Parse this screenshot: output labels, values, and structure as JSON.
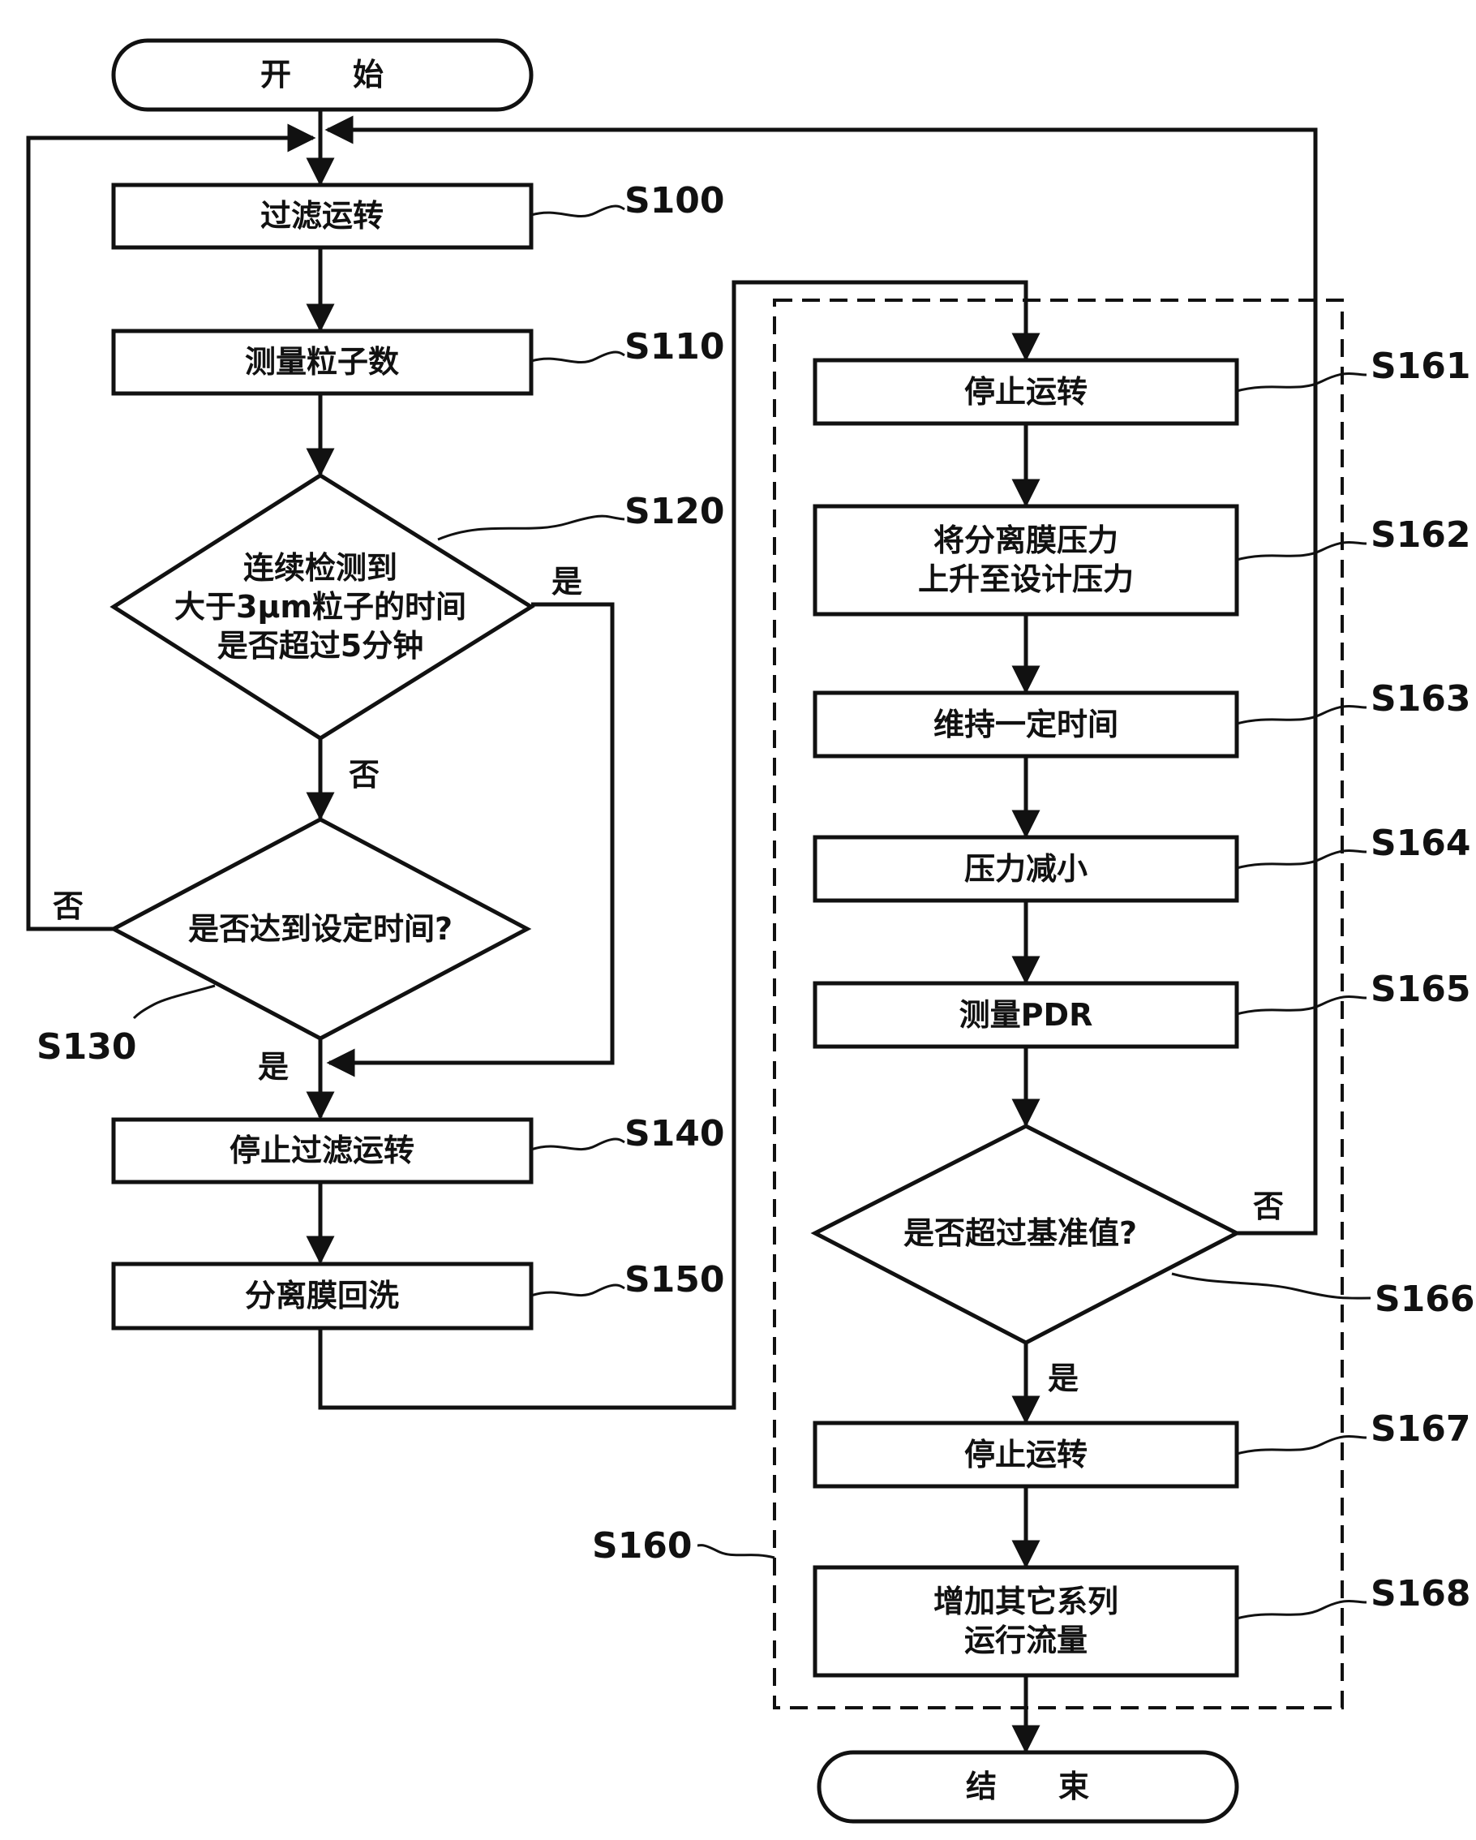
{
  "nodes": {
    "start": {
      "lines": [
        "开　　始"
      ]
    },
    "s100": {
      "lines": [
        "过滤运转"
      ],
      "label": "S100"
    },
    "s110": {
      "lines": [
        "测量粒子数"
      ],
      "label": "S110"
    },
    "s120": {
      "lines": [
        "连续检测到",
        "大于3μm粒子的时间",
        "是否超过5分钟"
      ],
      "label": "S120"
    },
    "s130": {
      "lines": [
        "是否达到设定时间?"
      ],
      "label": "S130"
    },
    "s140": {
      "lines": [
        "停止过滤运转"
      ],
      "label": "S140"
    },
    "s150": {
      "lines": [
        "分离膜回洗"
      ],
      "label": "S150"
    },
    "s161": {
      "lines": [
        "停止运转"
      ],
      "label": "S161"
    },
    "s162": {
      "lines": [
        "将分离膜压力",
        "上升至设计压力"
      ],
      "label": "S162"
    },
    "s163": {
      "lines": [
        "维持一定时间"
      ],
      "label": "S163"
    },
    "s164": {
      "lines": [
        "压力减小"
      ],
      "label": "S164"
    },
    "s165": {
      "lines": [
        "测量PDR"
      ],
      "label": "S165"
    },
    "s166": {
      "lines": [
        "是否超过基准值?"
      ],
      "label": "S166"
    },
    "s167": {
      "lines": [
        "停止运转"
      ],
      "label": "S167"
    },
    "s168": {
      "lines": [
        "增加其它系列",
        "运行流量"
      ],
      "label": "S168"
    },
    "end": {
      "lines": [
        "结　　束"
      ]
    }
  },
  "group": {
    "label": "S160"
  },
  "branches": {
    "s120_yes": "是",
    "s120_no": "否",
    "s130_no": "否",
    "s130_yes": "是",
    "s166_no": "否",
    "s166_yes": "是"
  },
  "colors": {
    "stroke": "#111111",
    "background": "#ffffff"
  }
}
